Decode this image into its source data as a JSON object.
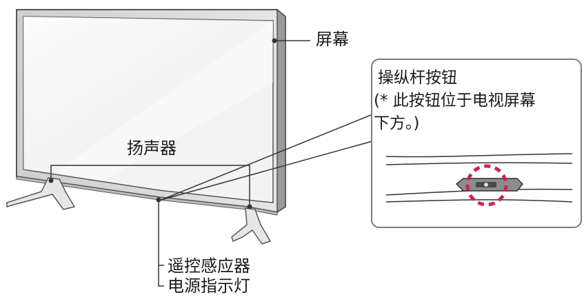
{
  "labels": {
    "screen": "屏幕",
    "speaker": "扬声器",
    "remote_sensor": "遥控感应器",
    "power_indicator": "电源指示灯"
  },
  "callout": {
    "lines": [
      "操纵杆按钮",
      "(* 此按钮位于电视屏幕",
      "下方。)"
    ]
  },
  "colors": {
    "frame_outer": "#d9d9d9",
    "frame_stroke": "#555555",
    "screen_fill": "#f3f3f3",
    "leader_line": "#333333",
    "highlight_dash": "#c9245e",
    "callout_border": "#7a7a7a"
  }
}
